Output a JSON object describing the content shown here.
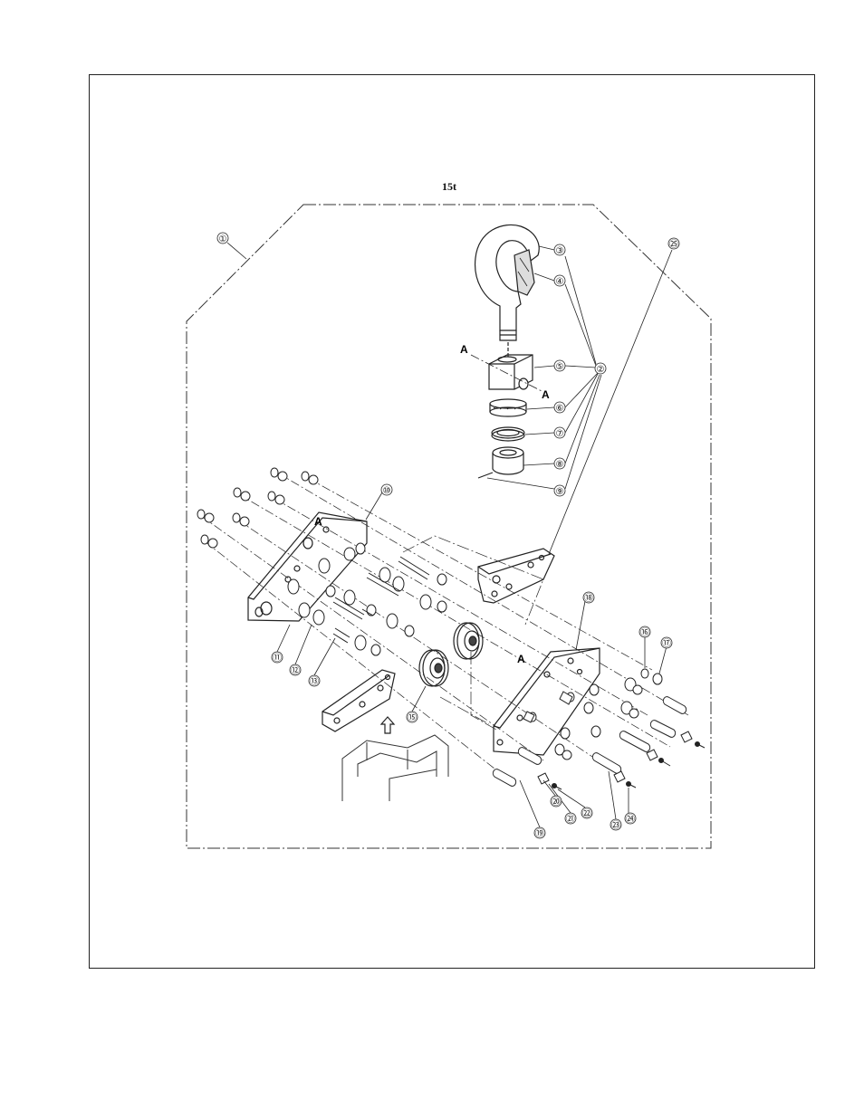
{
  "title": "15t",
  "section_labels": [
    "A",
    "A",
    "A",
    "A"
  ],
  "callouts": [
    {
      "id": "c1",
      "text": "①"
    },
    {
      "id": "c2",
      "text": "②"
    },
    {
      "id": "c3",
      "text": "③"
    },
    {
      "id": "c4",
      "text": "④"
    },
    {
      "id": "c5",
      "text": "⑤"
    },
    {
      "id": "c6",
      "text": "⑥"
    },
    {
      "id": "c7",
      "text": "⑦"
    },
    {
      "id": "c8",
      "text": "⑧"
    },
    {
      "id": "c9",
      "text": "⑨"
    },
    {
      "id": "c10",
      "text": "⑩"
    },
    {
      "id": "c11",
      "text": "⑪"
    },
    {
      "id": "c12",
      "text": "⑫"
    },
    {
      "id": "c13",
      "text": "⑬"
    },
    {
      "id": "c15",
      "text": "⑮"
    },
    {
      "id": "c16",
      "text": "⑯"
    },
    {
      "id": "c17",
      "text": "⑰"
    },
    {
      "id": "c18",
      "text": "⑱"
    },
    {
      "id": "c19",
      "text": "⑲"
    },
    {
      "id": "c20",
      "text": "⑳"
    },
    {
      "id": "c21",
      "text": "㉑"
    },
    {
      "id": "c22",
      "text": "㉒"
    },
    {
      "id": "c23",
      "text": "㉓"
    },
    {
      "id": "c24",
      "text": "㉔"
    },
    {
      "id": "c25",
      "text": "㉕"
    }
  ]
}
